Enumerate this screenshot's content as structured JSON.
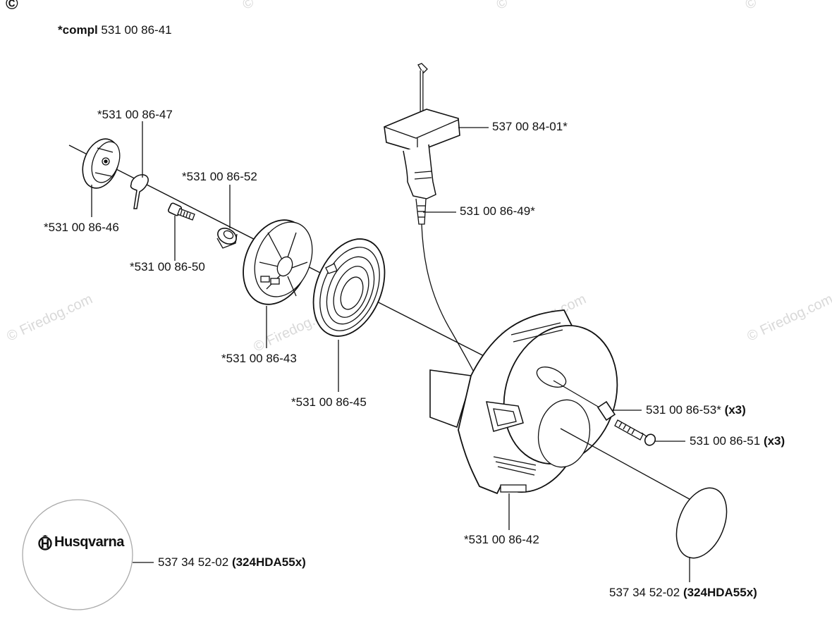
{
  "header": {
    "copyright_symbol": "©",
    "compl_prefix": "*compl",
    "compl_number": "531 00 86-41"
  },
  "watermark": {
    "text": "© Firedog.com",
    "text_short": "©"
  },
  "parts": {
    "p47": "*531 00 86-47",
    "p52": "*531 00 86-52",
    "p46": "*531 00 86-46",
    "p50": "*531 00 86-50",
    "p43": "*531 00 86-43",
    "p45": "*531 00 86-45",
    "p42": "*531 00 86-42",
    "handle": "537 00 84-01*",
    "rope": "531 00 86-49*",
    "p53_number": "531 00 86-53*",
    "p53_qty": "(x3)",
    "p51_number": "531 00 86-51",
    "p51_qty": "(x3)",
    "decal_number": "537 34 52-02",
    "decal_model": "(324HDA55x)",
    "decal2_number": "537 34 52-02",
    "decal2_model": "(324HDA55x)"
  },
  "logo": {
    "brand": "Husqvarna"
  }
}
